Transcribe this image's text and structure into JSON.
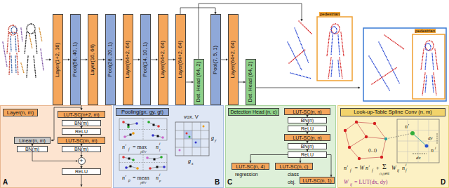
{
  "diagram": {
    "nodes": [
      {
        "text": [
          "Layer(1+2, 16)"
        ]
      },
      {
        "text": [
          "Pool(56, 40, 1)"
        ]
      },
      {
        "text": [
          "Layer(16, 64)"
        ]
      },
      {
        "text": [
          "Pool(28, 20, 1)"
        ]
      },
      {
        "text": [
          "Layer(64+2, 64)"
        ]
      },
      {
        "text": [
          "Pool(14, 10, 1)"
        ]
      },
      {
        "text": [
          "Layer(64+2, 64)"
        ]
      },
      {
        "text": [
          "Layer(64+2, 64)"
        ]
      },
      {
        "text": [
          "Det. Head (64, 2)"
        ]
      },
      {
        "text": [
          "Pool(7, 5, 1)"
        ]
      },
      {
        "text": [
          "Layer(64+2, 64)"
        ]
      },
      {
        "text": [
          "Det. Head (64, 2)"
        ]
      },
      {
        "text": [
          "A"
        ]
      },
      {
        "text": [
          "Layer(n, m)"
        ],
        "in": 12
      },
      {
        "text": [
          "LUT-SC(n+2, m)"
        ],
        "in": 12
      },
      {
        "text": [
          "BN(m)"
        ],
        "in": 12
      },
      {
        "text": [
          "ReLU"
        ],
        "in": 12
      },
      {
        "text": [
          "LUT-SC(m, m)"
        ],
        "in": 12
      },
      {
        "text": [
          "BN(m)"
        ],
        "in": 12
      },
      {
        "text": [
          "Linear(n, m)"
        ],
        "in": 12
      },
      {
        "text": [
          "BN(m)"
        ],
        "in": 12
      },
      {
        "text": [
          "+"
        ],
        "in": 12
      },
      {
        "text": [
          "ReLU"
        ],
        "in": 12
      },
      {
        "text": [
          "B"
        ]
      },
      {
        "text": [
          "Pooling(gx, gy, gt)"
        ],
        "in": 23
      },
      {
        "text": [
          "C"
        ]
      },
      {
        "text": [
          "Detection Head (n, c)"
        ],
        "in": 25
      },
      {
        "text": [
          "LUT-SC(n, n)"
        ],
        "in": 25
      },
      {
        "text": [
          "BN(n)"
        ],
        "in": 25
      },
      {
        "text": [
          "ReLU"
        ],
        "in": 25
      },
      {
        "text": [
          "LUT-SC(n, n)"
        ],
        "in": 25
      },
      {
        "text": [
          "BN(n)"
        ],
        "in": 25
      },
      {
        "text": [
          "ReLU"
        ],
        "in": 25
      },
      {
        "text": [
          "LUT-SC(n, 4)"
        ],
        "in": 25
      },
      {
        "text": [
          "LUT-SC(n, c)"
        ],
        "in": 25
      },
      {
        "text": [
          "LUT-SC(n, 1)"
        ],
        "in": 25
      },
      {
        "text": [
          "D"
        ]
      },
      {
        "text": [
          "Look-up-Table Spline Conv (n, m)"
        ],
        "in": 36
      }
    ],
    "edges": [
      {
        "from": 0,
        "to": 1,
        "arrow": "to"
      },
      {
        "from": 1,
        "to": 2,
        "arrow": "to"
      },
      {
        "from": 2,
        "to": 3,
        "arrow": "to"
      },
      {
        "from": 3,
        "to": 4,
        "arrow": "to"
      },
      {
        "from": 4,
        "to": 5,
        "arrow": "to"
      },
      {
        "from": 5,
        "to": 6,
        "arrow": "to"
      },
      {
        "from": 6,
        "to": 7,
        "arrow": "to"
      },
      {
        "from": 7,
        "to": 8,
        "arrow": "to"
      },
      {
        "from": 7,
        "to": 9,
        "arrow": "to"
      },
      {
        "from": 9,
        "to": 10,
        "arrow": "to"
      },
      {
        "from": 10,
        "to": 11,
        "arrow": "to"
      },
      {
        "from": 14,
        "to": 15,
        "arrow": "to"
      },
      {
        "from": 15,
        "to": 16,
        "arrow": "to"
      },
      {
        "from": 16,
        "to": 17,
        "arrow": "to"
      },
      {
        "from": 17,
        "to": 18,
        "arrow": "to"
      },
      {
        "from": 18,
        "to": 21,
        "arrow": "to"
      },
      {
        "from": 21,
        "to": 22,
        "arrow": "to"
      },
      {
        "from": 19,
        "to": 20,
        "arrow": "to"
      },
      {
        "from": 20,
        "to": 21,
        "arrow": "to"
      },
      {
        "from": 27,
        "to": 28,
        "arrow": "to"
      },
      {
        "from": 28,
        "to": 29,
        "arrow": "to"
      },
      {
        "from": 29,
        "to": 30,
        "arrow": "to"
      },
      {
        "from": 30,
        "to": 31,
        "arrow": "to"
      },
      {
        "from": 31,
        "to": 32,
        "arrow": "to"
      },
      {
        "from": 32,
        "to": 33,
        "arrow": "to"
      },
      {
        "from": 32,
        "to": 34,
        "arrow": "to"
      },
      {
        "from": 32,
        "to": 35,
        "arrow": "to"
      }
    ],
    "labels": [
      "pedestrian",
      "pedestrian",
      "vox. V",
      "g",
      "y",
      "g",
      "x",
      "n′",
      "f",
      "= max",
      "j∈V",
      "n",
      "j",
      "f",
      "n′",
      "p",
      "= mean",
      "j∈V",
      "n",
      "j",
      "p",
      "regression",
      "class",
      "obj.",
      "n′",
      "(i, j)",
      "dx",
      "dy",
      "n",
      "j",
      "n′",
      "f",
      "= W n′",
      "f",
      "+",
      "Σ",
      "(i,j)∈E",
      "W",
      "ij",
      "n",
      "j",
      "f",
      "W",
      "ij",
      "= LUT(dx, dy)"
    ]
  }
}
